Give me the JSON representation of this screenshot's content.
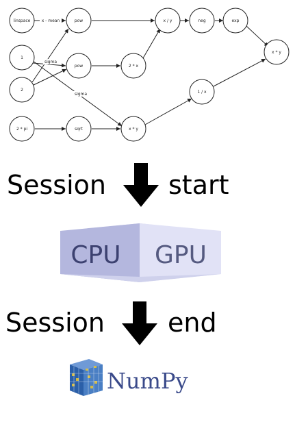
{
  "graph": {
    "nodes": {
      "linspace": "linspace",
      "one": "1",
      "two": "2",
      "two_pi": "2 * pi",
      "pow_top": "pow",
      "pow_mid": "pow",
      "sqrt": "sqrt",
      "two_x": "2 * x",
      "x_times_y_bottom": "x * y",
      "x_div_y": "x / y",
      "neg": "neg",
      "exp": "exp",
      "one_over_x": "1 / x",
      "x_times_y_final": "x * y"
    },
    "edge_labels": {
      "x_minus_mean": "x - mean",
      "sigma_upper": "sigma",
      "sigma_lower": "sigma"
    }
  },
  "session_start": {
    "left": "Session",
    "right": "start"
  },
  "devices": {
    "cpu": "CPU",
    "gpu": "GPU"
  },
  "session_end": {
    "left": "Session",
    "right": "end"
  },
  "numpy": {
    "name": "NumPy"
  },
  "colors": {
    "prism_left": "#b4b7de",
    "prism_right": "#e1e2f6",
    "prism_top": "#c9cbe9",
    "prism_bottom": "#cfd1ec",
    "numpy_text": "#3a4a8a",
    "numpy_cube": "#3b6fb6"
  }
}
